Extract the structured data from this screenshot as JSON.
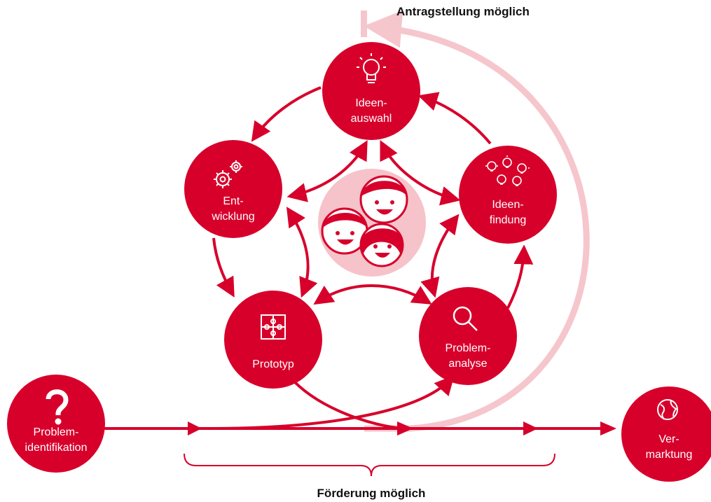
{
  "colors": {
    "primary": "#d7002b",
    "light": "#f6c6cd",
    "center_bg": "#f5c3c9",
    "white": "#ffffff",
    "text_dark": "#111111"
  },
  "top_caption": "Antragstellung möglich",
  "bottom_caption": "Förderung möglich",
  "nodes": {
    "ideenauswahl": {
      "line1": "Ideen-",
      "line2": "auswahl",
      "icon": "lightbulb-icon"
    },
    "ideenfindung": {
      "line1": "Ideen-",
      "line2": "findung",
      "icon": "lightbulbs-cluster-icon"
    },
    "entwicklung": {
      "line1": "Ent-",
      "line2": "wicklung",
      "icon": "gears-icon"
    },
    "prototyp": {
      "line1": "Prototyp",
      "icon": "puzzle-icon"
    },
    "problemanalyse": {
      "line1": "Problem-",
      "line2": "analyse",
      "icon": "magnifier-icon"
    },
    "problemidentifikation": {
      "line1": "Problem-",
      "line2": "identifikation",
      "icon": "question-mark-icon"
    },
    "vermarktung": {
      "line1": "Ver-",
      "line2": "marktung",
      "icon": "globe-icon"
    }
  },
  "center_icon": "team-faces-icon"
}
